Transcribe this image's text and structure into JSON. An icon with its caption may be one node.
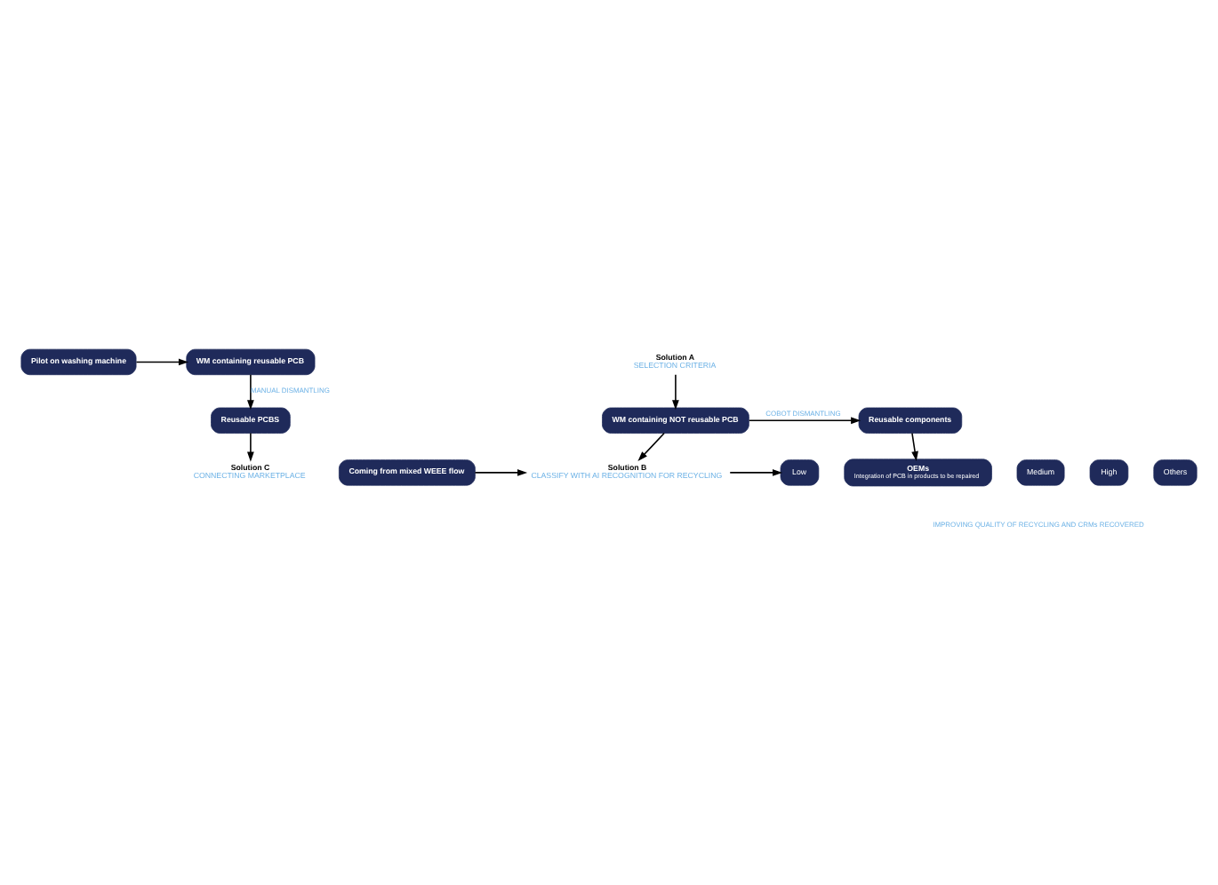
{
  "diagram": {
    "nodes": [
      {
        "text": [
          "Pilot on washing machine"
        ]
      },
      {
        "text": [
          "Solution A",
          "SELECTION CRITERIA"
        ]
      },
      {
        "text": [
          "WM containing reusable PCB"
        ]
      },
      {
        "text": [
          "Reusable PCBS"
        ]
      },
      {
        "text": [
          "Solution C",
          "CONNECTING MARKETPLACE"
        ]
      },
      {
        "text": [
          "OEMs",
          "Integration of PCB in products to be repaired"
        ]
      },
      {
        "text": [
          "WM containing NOT reusable PCB"
        ]
      },
      {
        "text": [
          "Reusable components"
        ]
      },
      {
        "text": [
          "Coming from mixed WEEE flow"
        ]
      },
      {
        "text": [
          "Solution B",
          "CLASSIFY WITH AI RECOGNITION FOR RECYCLING"
        ]
      },
      {
        "text": [
          "Low"
        ]
      },
      {
        "text": [
          "Medium"
        ]
      },
      {
        "text": [
          "High"
        ]
      },
      {
        "text": [
          "Others"
        ]
      }
    ],
    "edges": [
      {
        "from": 0,
        "to": 2,
        "arrow": "to"
      },
      {
        "from": 1,
        "to": 6,
        "arrow": "to"
      },
      {
        "from": 2,
        "to": 3,
        "arrow": "to",
        "label": "MANUAL DISMANTLING"
      },
      {
        "from": 3,
        "to": 4,
        "arrow": "to"
      },
      {
        "from": 6,
        "to": 7,
        "arrow": "to",
        "label": "COBOT DISMANTLING"
      },
      {
        "from": 7,
        "to": 5,
        "arrow": "to"
      },
      {
        "from": 6,
        "to": 9,
        "arrow": "to"
      },
      {
        "from": 8,
        "to": 9,
        "arrow": "to"
      },
      {
        "from": 9,
        "to": 10,
        "arrow": "to"
      }
    ],
    "labels": [
      "IMPROVING QUALITY OF RECYCLING AND CRMs RECOVERED"
    ]
  }
}
